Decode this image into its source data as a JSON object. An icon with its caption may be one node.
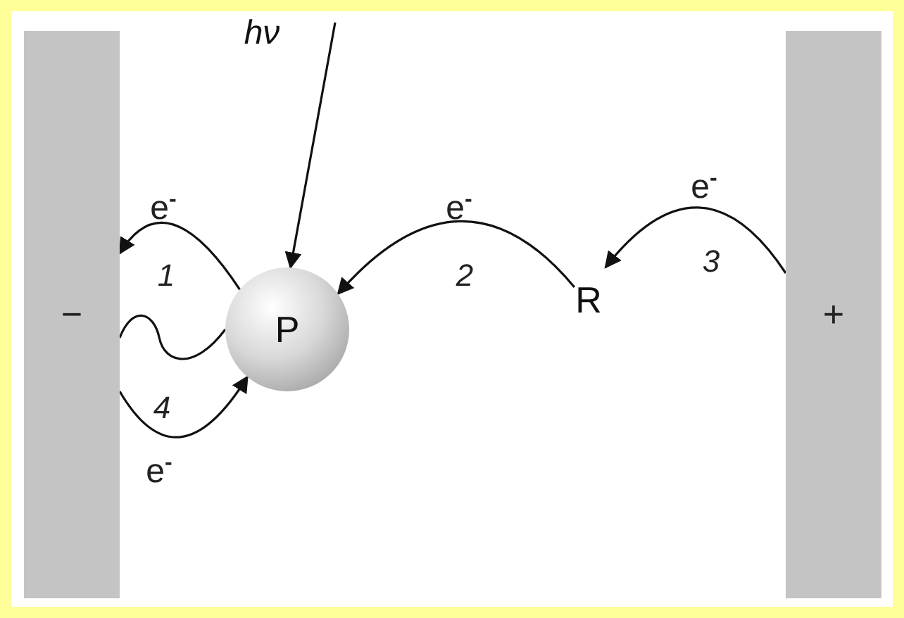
{
  "diagram": {
    "nodes": [
      {
        "text": [
          "−"
        ]
      },
      {
        "text": [
          "+"
        ]
      },
      {
        "text": [
          "P"
        ]
      },
      {
        "text": [
          "R"
        ]
      },
      {
        "text": [
          "hν"
        ]
      }
    ],
    "edges": [
      {
        "from": 2,
        "to": 0,
        "arrow": "to",
        "label": "1"
      },
      {
        "from": 3,
        "to": 2,
        "arrow": "to",
        "label": "2"
      },
      {
        "from": 1,
        "to": 3,
        "arrow": "to",
        "label": "3"
      },
      {
        "from": 0,
        "to": 2,
        "arrow": "to",
        "label": "4"
      },
      {
        "from": 0,
        "to": 2,
        "arrow": "none"
      },
      {
        "from": 4,
        "to": 2,
        "arrow": "to"
      }
    ],
    "labels": [
      "e$^{-}$",
      "e$^{-}$",
      "e$^{-}$",
      "e$^{-}$"
    ]
  }
}
